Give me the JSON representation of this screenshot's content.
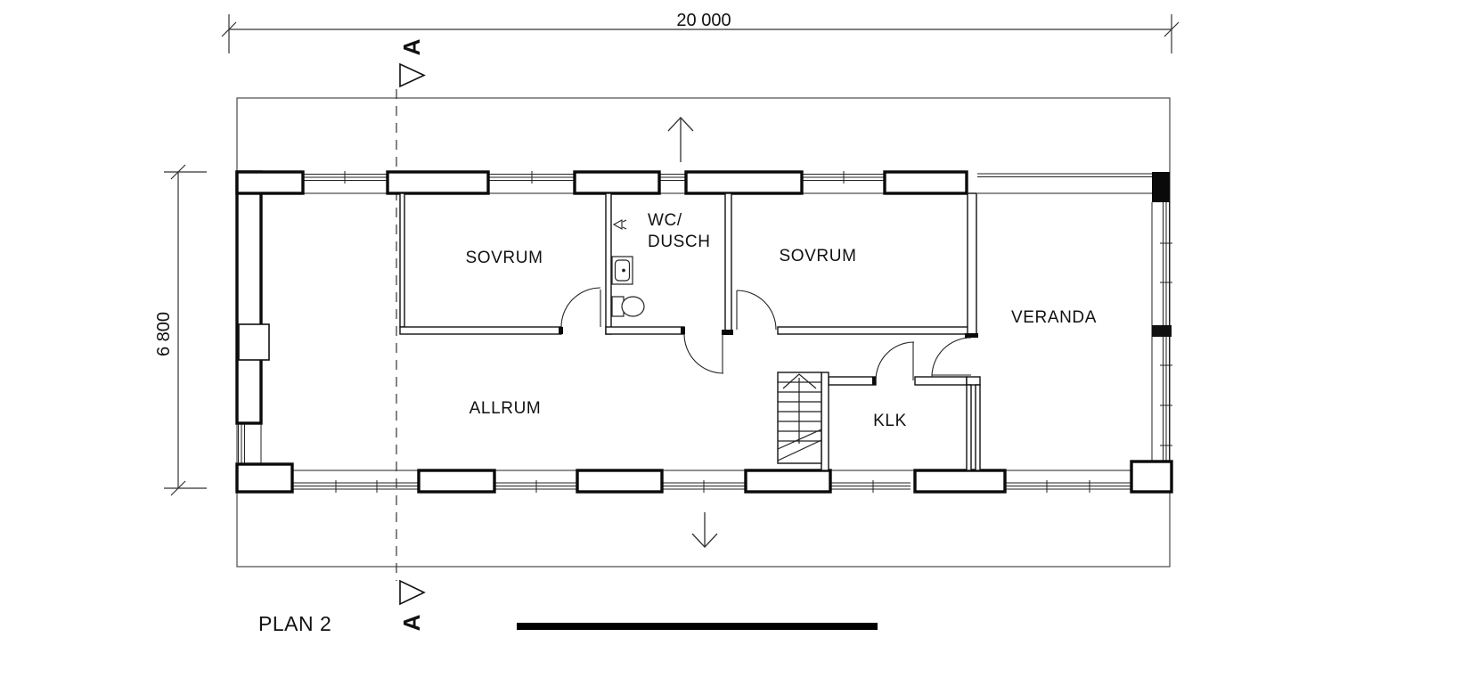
{
  "plan": {
    "title": "PLAN 2",
    "dimension_horizontal": "20 000",
    "dimension_vertical": "6 800",
    "section_marker_top": "A",
    "section_marker_bottom": "A",
    "rooms": {
      "sovrum_left": "SOVRUM",
      "wc_line1": "WC/",
      "wc_line2": "DUSCH",
      "sovrum_right": "SOVRUM",
      "allrum": "ALLRUM",
      "klk": "KLK",
      "veranda": "VERANDA"
    }
  }
}
